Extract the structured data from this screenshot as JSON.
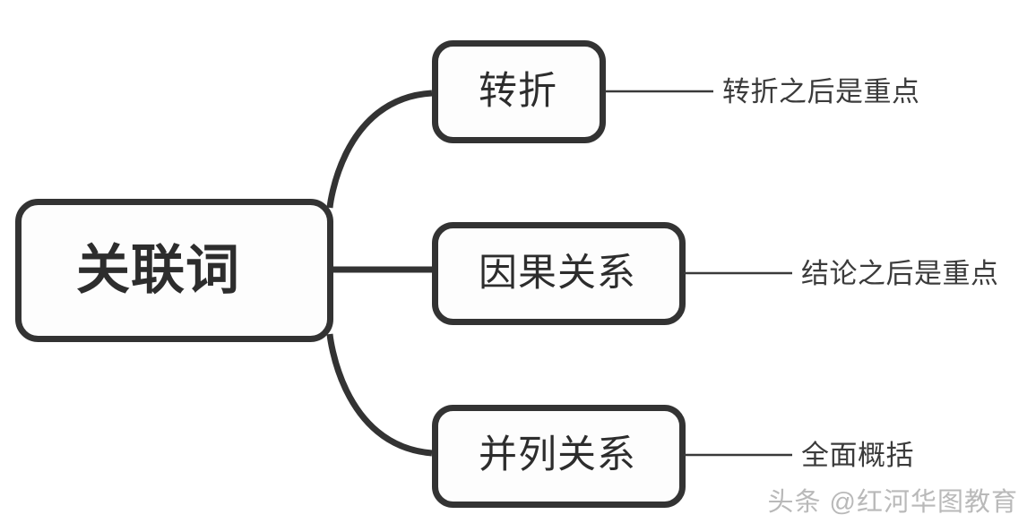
{
  "diagram": {
    "type": "mind-map",
    "title": "关联词",
    "root": {
      "label": "关联词"
    },
    "branches": [
      {
        "label": "转折",
        "leaf": "转折之后是重点"
      },
      {
        "label": "因果关系",
        "leaf": "结论之后是重点"
      },
      {
        "label": "并列关系",
        "leaf": "全面概括"
      }
    ]
  },
  "watermark": {
    "text": "头条 @红河华图教育"
  },
  "colors": {
    "stroke": "#333333",
    "node_fill": "#fdfdfd",
    "text": "#2d2d2d",
    "leaf_text": "#3b3b3b",
    "watermark": "#b9b9b9",
    "background": "#ffffff"
  }
}
